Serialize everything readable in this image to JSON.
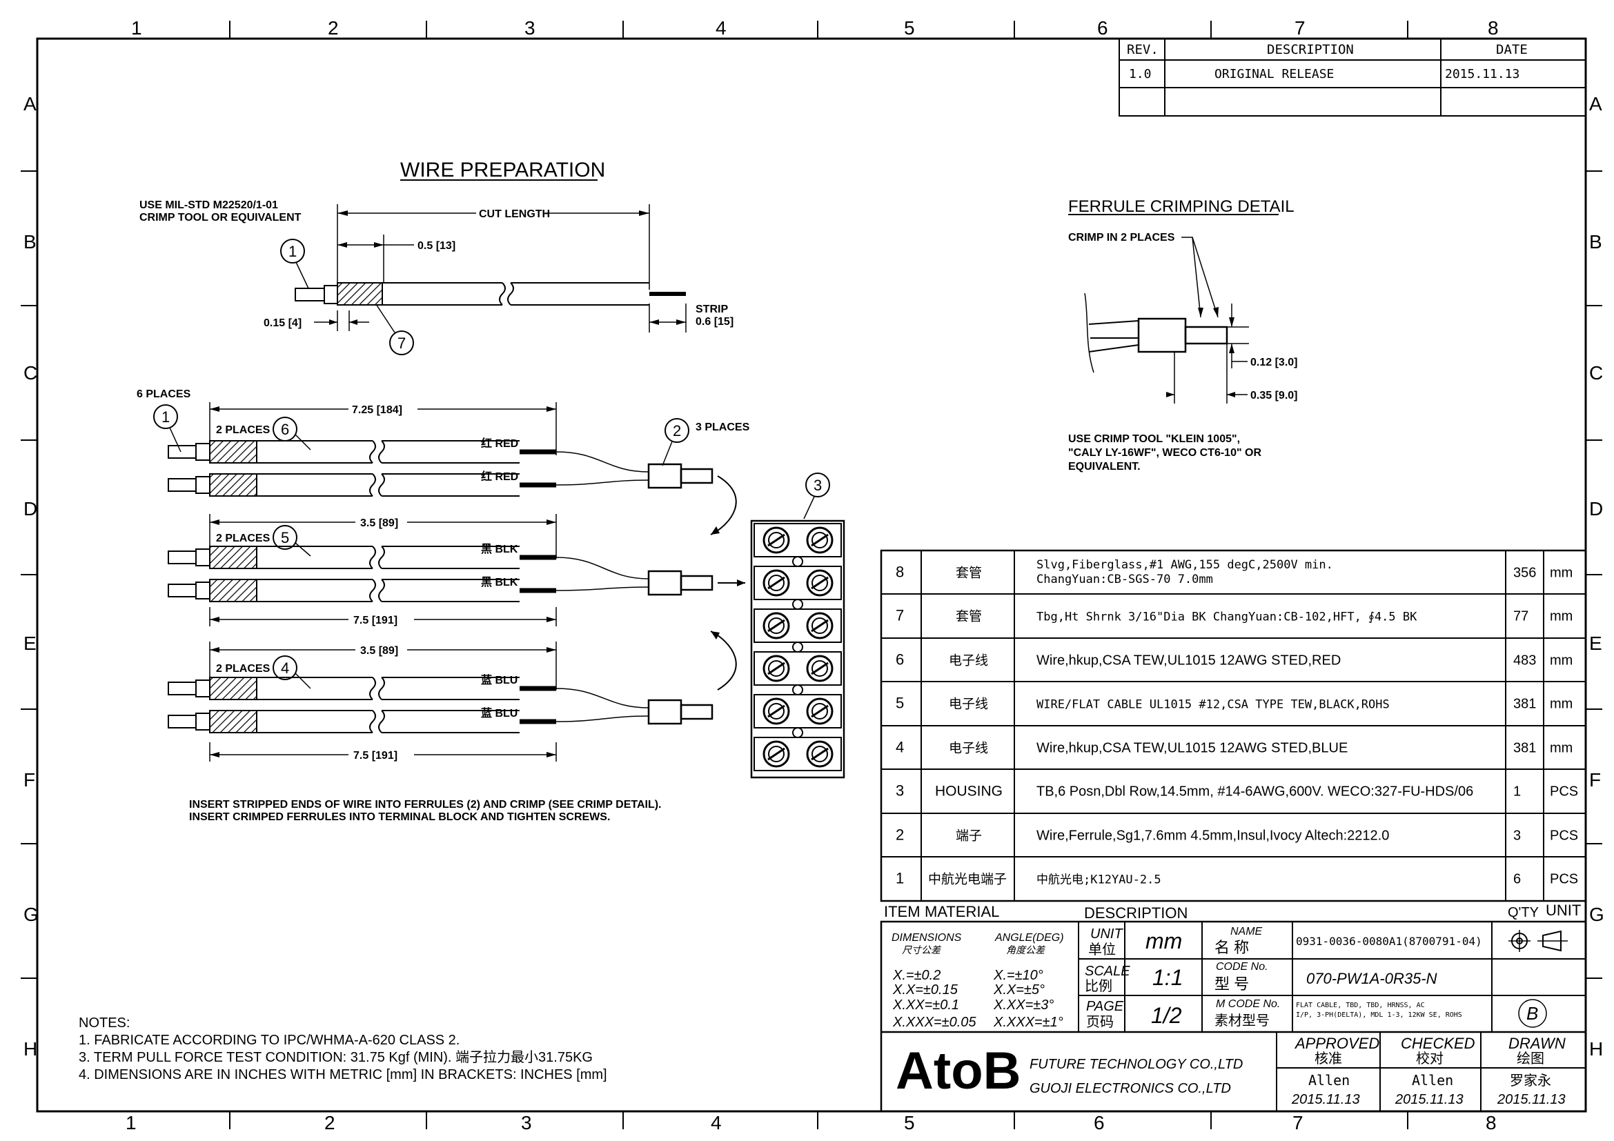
{
  "border": {
    "columns": [
      "1",
      "2",
      "3",
      "4",
      "5",
      "6",
      "7",
      "8"
    ],
    "rows": [
      "A",
      "B",
      "C",
      "D",
      "E",
      "F",
      "G",
      "H"
    ]
  },
  "revision": {
    "headers": [
      "REV.",
      "DESCRIPTION",
      "DATE"
    ],
    "rows": [
      {
        "rev": "1.0",
        "desc": "ORIGINAL RELEASE",
        "date": "2015.11.13"
      }
    ]
  },
  "wire_prep": {
    "title": "WIRE PREPARATION",
    "crimp_tool_note": [
      "USE MIL-STD M22520/1-01",
      "CRIMP TOOL OR EQUIVALENT"
    ],
    "cut_length": "CUT LENGTH",
    "dim_05": "0.5 [13]",
    "dim_015": "0.15 [4]",
    "strip": [
      "STRIP",
      "0.6 [15]"
    ],
    "balloon_1": "1",
    "balloon_7": "7"
  },
  "assembly": {
    "six_places": "6 PLACES",
    "three_places": "3 PLACES",
    "two_places": "2 PLACES",
    "dim_725": "7.25 [184]",
    "dim_35a": "3.5 [89]",
    "dim_75a": "7.5 [191]",
    "dim_35b": "3.5 [89]",
    "dim_75b": "7.5 [191]",
    "b1": "1",
    "b2": "2",
    "b3": "3",
    "b4": "4",
    "b5": "5",
    "b6": "6",
    "red1": "红 RED",
    "red2": "红 RED",
    "blk1": "黑 BLK",
    "blk2": "黑 BLK",
    "blu1": "蓝 BLU",
    "blu2": "蓝 BLU",
    "insert_note": [
      "INSERT STRIPPED ENDS OF WIRE INTO FERRULES (2) AND CRIMP (SEE CRIMP DETAIL).",
      "INSERT CRIMPED FERRULES INTO TERMINAL BLOCK AND TIGHTEN SCREWS."
    ]
  },
  "ferrule": {
    "title": "FERRULE CRIMPING DETAIL",
    "crimp2": "CRIMP IN 2 PLACES",
    "d012": "0.12 [3.0]",
    "d035": "0.35 [9.0]",
    "tool_note": [
      "USE CRIMP TOOL \"KLEIN 1005\",",
      "\"CALY LY-16WF\", WECO CT6-10\" OR",
      "EQUIVALENT."
    ]
  },
  "bom": {
    "rows": [
      {
        "item": "8",
        "mat": "套管",
        "desc1": "Slvg,Fiberglass,#1 AWG,155 degC,2500V min.",
        "desc2": "ChangYuan:CB-SGS-70 7.0mm",
        "qty": "356",
        "unit": "mm"
      },
      {
        "item": "7",
        "mat": "套管",
        "desc1": "Tbg,Ht Shrnk 3/16\"Dia BK      ChangYuan:CB-102,HFT, ∮4.5 BK",
        "desc2": "",
        "qty": "77",
        "unit": "mm"
      },
      {
        "item": "6",
        "mat": "电子线",
        "desc1": "Wire,hkup,CSA TEW,UL1015 12AWG STED,RED",
        "desc2": "",
        "qty": "483",
        "unit": "mm"
      },
      {
        "item": "5",
        "mat": "电子线",
        "desc1": "WIRE/FLAT CABLE UL1015 #12,CSA TYPE TEW,BLACK,ROHS",
        "desc2": "",
        "qty": "381",
        "unit": "mm"
      },
      {
        "item": "4",
        "mat": "电子线",
        "desc1": "Wire,hkup,CSA TEW,UL1015 12AWG STED,BLUE",
        "desc2": "",
        "qty": "381",
        "unit": "mm"
      },
      {
        "item": "3",
        "mat": "HOUSING",
        "desc1": "TB,6 Posn,Dbl Row,14.5mm, #14-6AWG,600V.      WECO:327-FU-HDS/06",
        "desc2": "",
        "qty": "1",
        "unit": "PCS"
      },
      {
        "item": "2",
        "mat": "端子",
        "desc1": "Wire,Ferrule,Sg1,7.6mm 4.5mm,Insul,Ivocy Altech:2212.0",
        "desc2": "",
        "qty": "3",
        "unit": "PCS"
      },
      {
        "item": "1",
        "mat": "中航光电端子",
        "desc1": "中航光电;K12YAU-2.5",
        "desc2": "",
        "qty": "6",
        "unit": "PCS"
      }
    ],
    "footer": {
      "item": "ITEM",
      "material": "MATERIAL",
      "description": "DESCRIPTION",
      "qty": "Q'TY",
      "unit": "UNIT"
    }
  },
  "title_block": {
    "dimensions_en": "DIMENSIONS",
    "dimensions_cn": "尺寸公差",
    "angle_en": "ANGLE(DEG)",
    "angle_cn": "角度公差",
    "tol": [
      "X.=±0.2",
      "X.X=±0.15",
      "X.XX=±0.1",
      "X.XXX=±0.05"
    ],
    "ang": [
      "X.=±10°",
      "X.X=±5°",
      "X.XX=±3°",
      "X.XXX=±1°"
    ],
    "unit_en": "UNIT",
    "unit_cn": "单位",
    "unit_val": "mm",
    "scale_en": "SCALE",
    "scale_cn": "比例",
    "scale_val": "1:1",
    "page_en": "PAGE",
    "page_cn": "页码",
    "page_val": "1/2",
    "name_en": "NAME",
    "name_cn": "名  称",
    "code_en": "CODE No.",
    "code_cn": "型  号",
    "mcode_en": "M CODE No.",
    "mcode_cn": "素材型号",
    "name_val": "0931-0036-0080A1(8700791-04)",
    "code_val": "070-PW1A-0R35-N",
    "mcode_val": [
      "FLAT CABLE, TBD, TBD, HRNSS, AC",
      "I/P, 3-PH(DELTA), MDL 1-3, 12KW SE, ROHS"
    ],
    "rev_letter": "B",
    "approved_en": "APPROVED",
    "approved_cn": "核准",
    "checked_en": "CHECKED",
    "checked_cn": "校对",
    "drawn_en": "DRAWN",
    "drawn_cn": "绘图",
    "approved_name": "Allen",
    "checked_name": "Allen",
    "drawn_name": "罗家永",
    "approved_date": "2015.11.13",
    "checked_date": "2015.11.13",
    "drawn_date": "2015.11.13",
    "logo": "AtoB",
    "company1": "FUTURE TECHNOLOGY CO.,LTD",
    "company2": "GUOJI ELECTRONICS CO.,LTD"
  },
  "notes": {
    "title": "NOTES:",
    "items": [
      "1. FABRICATE ACCORDING TO IPC/WHMA-A-620 CLASS 2.",
      "3. TERM PULL FORCE TEST CONDITION: 31.75 Kgf (MIN). 端子拉力最小31.75KG",
      "4. DIMENSIONS ARE IN INCHES WITH METRIC [mm] IN BRACKETS: INCHES [mm]"
    ]
  }
}
